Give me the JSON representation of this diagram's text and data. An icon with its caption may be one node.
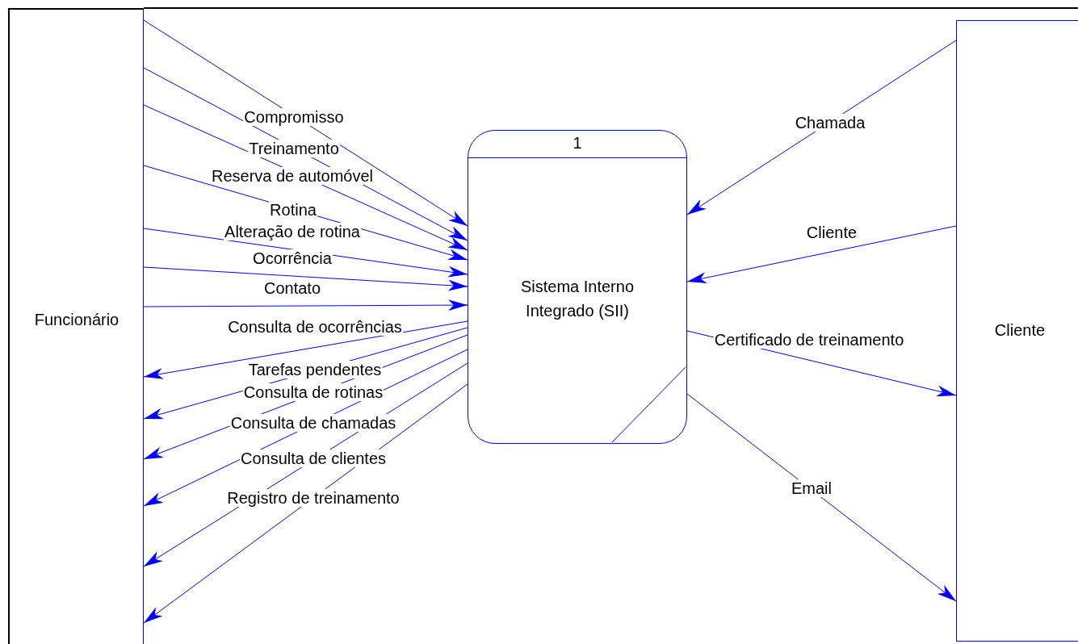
{
  "diagram": {
    "nodes": [
      {
        "text": [
          "Funcionário"
        ]
      },
      {
        "text": [
          "1",
          "Sistema Interno Integrado (SII)"
        ]
      },
      {
        "text": [
          "Cliente"
        ]
      }
    ],
    "edges": [
      {
        "from": 0,
        "to": 1,
        "arrow": "to",
        "label": "Compromisso"
      },
      {
        "from": 0,
        "to": 1,
        "arrow": "to",
        "label": "Treinamento"
      },
      {
        "from": 0,
        "to": 1,
        "arrow": "to",
        "label": "Reserva de automóvel"
      },
      {
        "from": 0,
        "to": 1,
        "arrow": "to",
        "label": "Rotina"
      },
      {
        "from": 0,
        "to": 1,
        "arrow": "to",
        "label": "Alteração de rotina"
      },
      {
        "from": 0,
        "to": 1,
        "arrow": "to",
        "label": "Ocorrência"
      },
      {
        "from": 0,
        "to": 1,
        "arrow": "to",
        "label": "Contato"
      },
      {
        "from": 1,
        "to": 0,
        "arrow": "to",
        "label": "Consulta de ocorrências"
      },
      {
        "from": 1,
        "to": 0,
        "arrow": "to",
        "label": "Tarefas pendentes"
      },
      {
        "from": 1,
        "to": 0,
        "arrow": "to",
        "label": "Consulta de rotinas"
      },
      {
        "from": 1,
        "to": 0,
        "arrow": "to",
        "label": "Consulta de chamadas"
      },
      {
        "from": 1,
        "to": 0,
        "arrow": "to",
        "label": "Consulta de clientes"
      },
      {
        "from": 1,
        "to": 0,
        "arrow": "to",
        "label": "Registro de treinamento"
      },
      {
        "from": 2,
        "to": 1,
        "arrow": "to",
        "label": "Chamada"
      },
      {
        "from": 2,
        "to": 1,
        "arrow": "to",
        "label": "Cliente"
      },
      {
        "from": 1,
        "to": 2,
        "arrow": "to",
        "label": "Certificado de treinamento"
      },
      {
        "from": 1,
        "to": 2,
        "arrow": "to",
        "label": "Email"
      }
    ]
  }
}
